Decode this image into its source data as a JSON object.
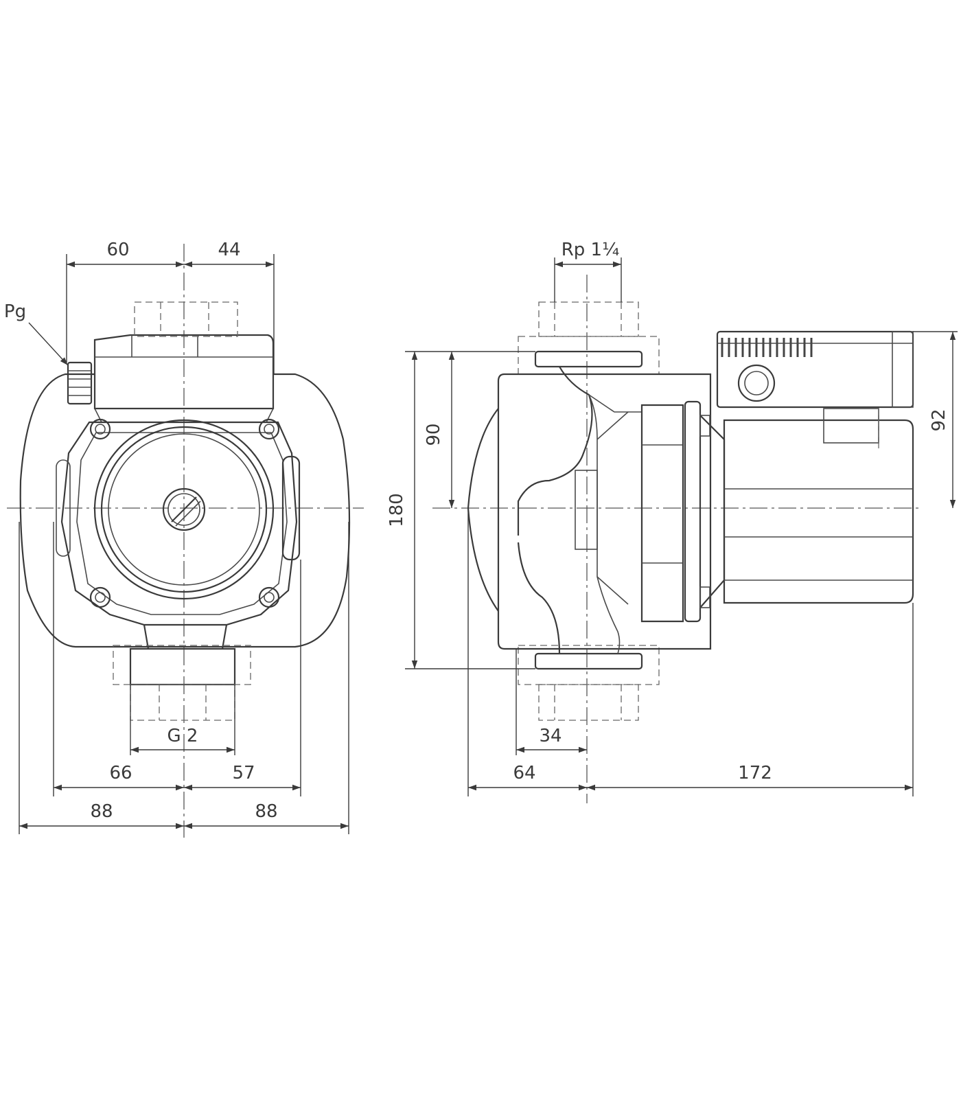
{
  "front_view": {
    "dim_top_left": "60",
    "dim_top_right": "44",
    "label_pg": "Pg",
    "dim_thread": "G 2",
    "dim_mid_left": "66",
    "dim_mid_right": "57",
    "dim_bottom_left": "88",
    "dim_bottom_right": "88"
  },
  "side_view": {
    "dim_top": "Rp 1¼",
    "dim_height_total": "180",
    "dim_height_half": "90",
    "dim_motor_height": "92",
    "dim_small": "34",
    "dim_left": "64",
    "dim_right": "172"
  }
}
